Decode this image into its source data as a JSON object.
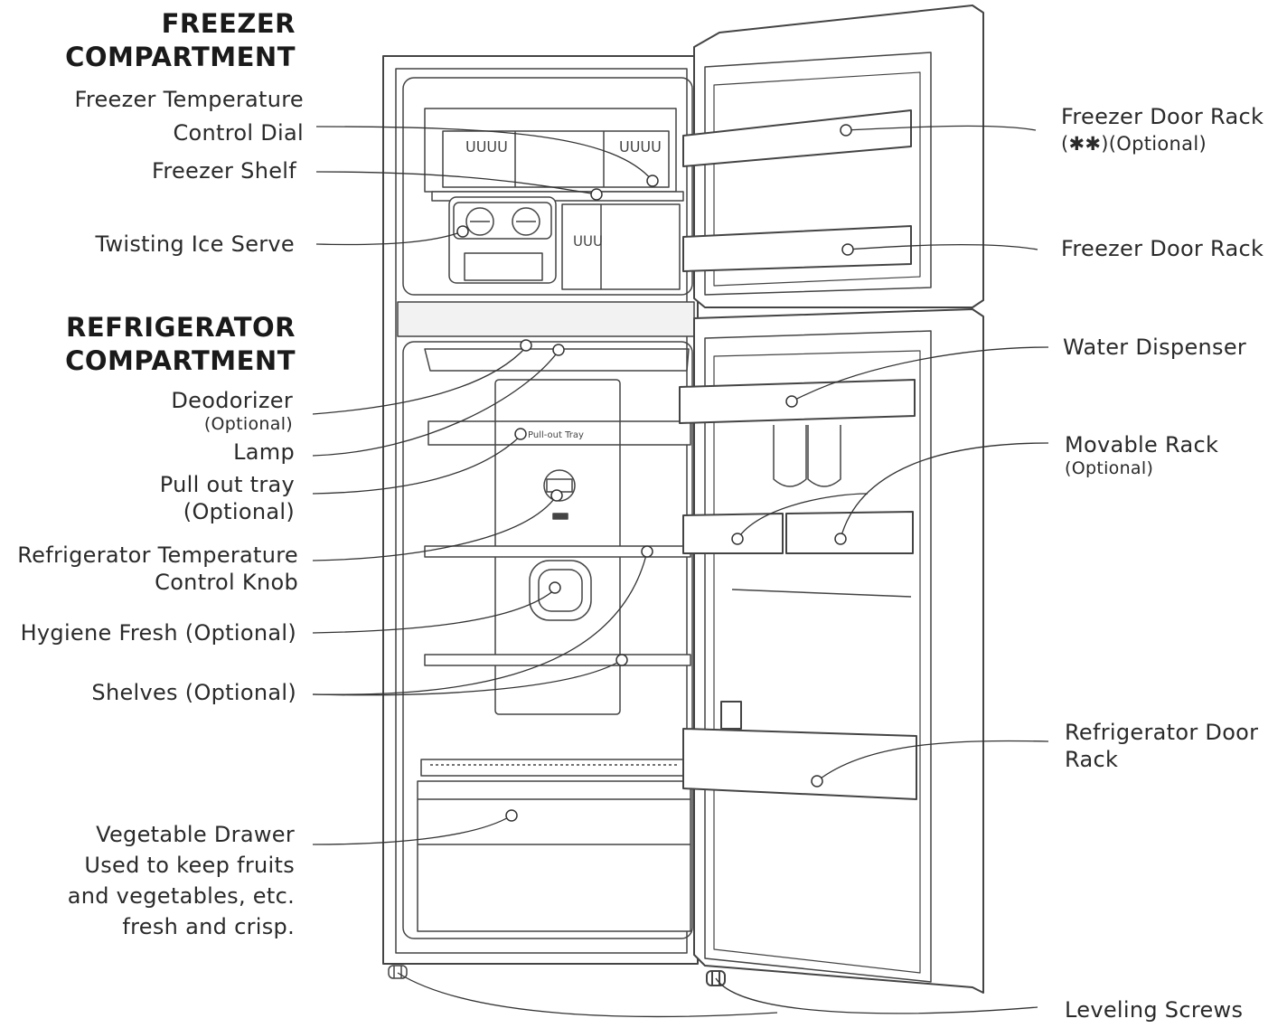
{
  "headings": {
    "freezer": [
      "FREEZER",
      "COMPARTMENT"
    ],
    "refrigerator": [
      "REFRIGERATOR",
      "COMPARTMENT"
    ]
  },
  "left_labels": {
    "freezer_temp_dial": [
      "Freezer Temperature",
      "Control Dial"
    ],
    "freezer_shelf": "Freezer Shelf",
    "twisting_ice_serve": "Twisting Ice Serve",
    "deodorizer": "Deodorizer",
    "deodorizer_note": "(Optional)",
    "lamp": "Lamp",
    "pull_out_tray": [
      "Pull out tray",
      "(Optional)"
    ],
    "refrigerator_temp_knob": [
      "Refrigerator Temperature",
      "Control Knob"
    ],
    "hygiene_fresh": "Hygiene Fresh (Optional)",
    "shelves": "Shelves (Optional)",
    "vegetable_drawer": [
      "Vegetable Drawer",
      "Used to keep fruits",
      "and vegetables, etc.",
      "fresh and crisp."
    ]
  },
  "right_labels": {
    "freezer_door_rack_optional": [
      "Freezer Door Rack",
      "(✱✱)(Optional)"
    ],
    "freezer_door_rack": "Freezer Door Rack",
    "water_dispenser": "Water Dispenser",
    "movable_rack": "Movable Rack",
    "movable_rack_note": "(Optional)",
    "refrigerator_door_rack": [
      "Refrigerator Door",
      "Rack"
    ],
    "leveling_screws": "Leveling Screws"
  },
  "tray_label": "Pull-out Tray",
  "colors": {
    "line": "#333333",
    "stroke": "#444444",
    "fill": "#ffffff",
    "shade": "#e6e6e6"
  }
}
